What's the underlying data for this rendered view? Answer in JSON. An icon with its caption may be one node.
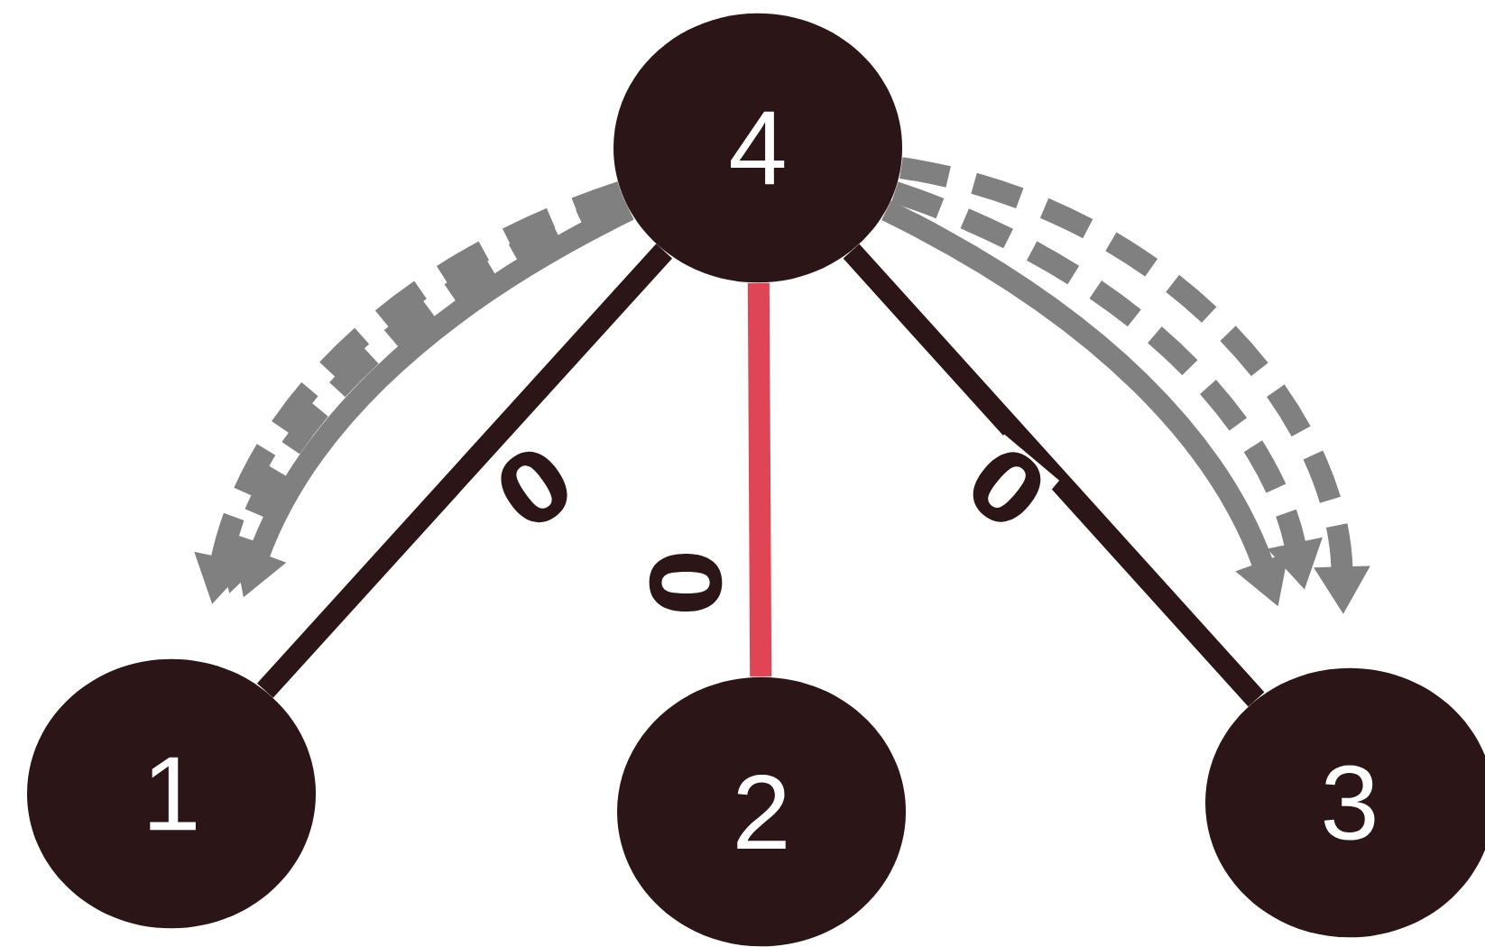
{
  "diagram": {
    "nodes": [
      {
        "text": [
          "4"
        ]
      },
      {
        "text": [
          "1"
        ]
      },
      {
        "text": [
          "2"
        ]
      },
      {
        "text": [
          "3"
        ]
      }
    ],
    "edges": [
      {
        "from": 0,
        "to": 1,
        "arrow": "none",
        "label": "0",
        "color": "#2b1516"
      },
      {
        "from": 0,
        "to": 2,
        "arrow": "none",
        "label": "0",
        "color": "#e04556"
      },
      {
        "from": 0,
        "to": 3,
        "arrow": "none",
        "label": "0",
        "color": "#2b1516"
      },
      {
        "from": 0,
        "to": 1,
        "arrow": "to"
      },
      {
        "from": 0,
        "to": 1,
        "arrow": "to",
        "style": "dashed"
      },
      {
        "from": 0,
        "to": 1,
        "arrow": "to",
        "style": "dashed"
      },
      {
        "from": 0,
        "to": 3,
        "arrow": "to"
      },
      {
        "from": 0,
        "to": 3,
        "arrow": "to",
        "style": "dashed"
      },
      {
        "from": 0,
        "to": 3,
        "arrow": "to",
        "style": "dashed"
      }
    ]
  }
}
